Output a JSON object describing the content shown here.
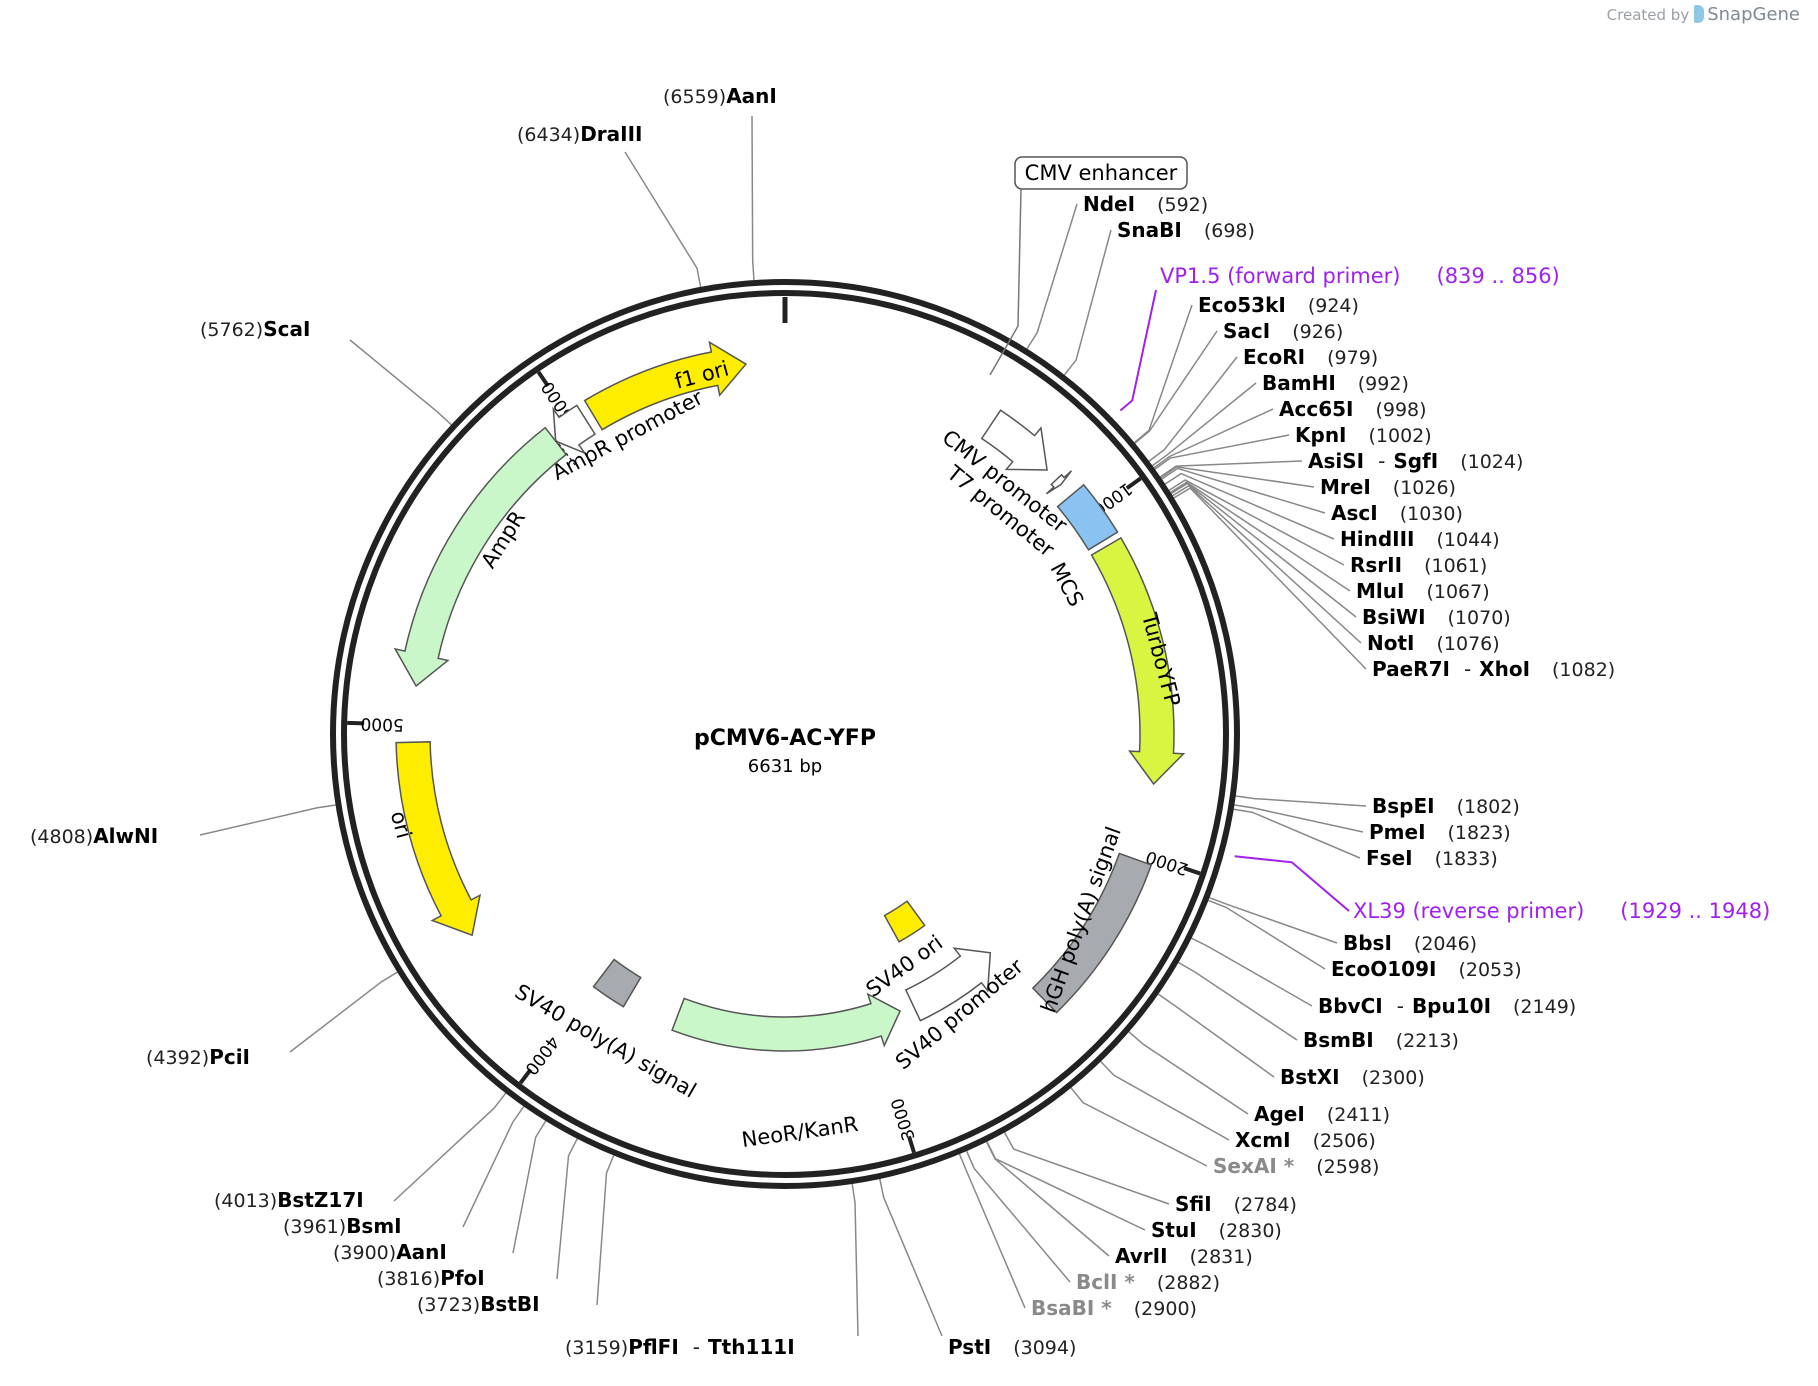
{
  "credit": {
    "prefix": "Created by",
    "brand": "SnapGene"
  },
  "plasmid": {
    "name": "pCMV6-AC-YFP",
    "length": "6631 bp",
    "bp": 6631
  },
  "ticks": [
    {
      "bp": 1000,
      "label": "1000"
    },
    {
      "bp": 2000,
      "label": "2000"
    },
    {
      "bp": 3000,
      "label": "3000"
    },
    {
      "bp": 4000,
      "label": "4000"
    },
    {
      "bp": 5000,
      "label": "5000"
    },
    {
      "bp": 6000,
      "label": "6000"
    }
  ],
  "features": [
    {
      "name": "CMV enhancer",
      "start": 240,
      "end": 620,
      "dir": 1,
      "color": "#ffffff",
      "arrow": false,
      "boxed": true
    },
    {
      "name": "CMV promoter",
      "start": 620,
      "end": 825,
      "dir": 1,
      "color": "#ffffff",
      "arrow": true
    },
    {
      "name": "T7 promoter",
      "start": 863,
      "end": 882,
      "dir": 1,
      "color": "#ffffff",
      "arrow": true
    },
    {
      "name": "MCS",
      "start": 924,
      "end": 1082,
      "dir": 1,
      "color": "#8ac3f2",
      "arrow": false
    },
    {
      "name": "TurboYFP",
      "start": 1100,
      "end": 1800,
      "dir": 1,
      "color": "#d9f542",
      "arrow": true
    },
    {
      "name": "hGH poly(A) signal",
      "start": 2020,
      "end": 2500,
      "dir": 1,
      "color": "#a7abaf",
      "arrow": false
    },
    {
      "name": "SV40 promoter",
      "start": 2520,
      "end": 2850,
      "dir": -1,
      "color": "#ffffff",
      "arrow": true
    },
    {
      "name": "SV40 ori",
      "start": 2650,
      "end": 2786,
      "dir": 1,
      "color": "#ffed00",
      "arrow": false
    },
    {
      "name": "NeoR/KanR",
      "start": 2900,
      "end": 3700,
      "dir": -1,
      "color": "#c9f7c9",
      "arrow": true
    },
    {
      "name": "SV40 poly(A) signal",
      "start": 3880,
      "end": 4000,
      "dir": 1,
      "color": "#a7abaf",
      "arrow": false
    },
    {
      "name": "ori",
      "start": 4370,
      "end": 4950,
      "dir": -1,
      "color": "#ffed00",
      "arrow": true
    },
    {
      "name": "AmpR",
      "start": 5110,
      "end": 5930,
      "dir": -1,
      "color": "#c9f7c9",
      "arrow": true
    },
    {
      "name": "AmpR promoter",
      "start": 5930,
      "end": 6035,
      "dir": -1,
      "color": "#ffffff",
      "arrow": true
    },
    {
      "name": "f1 ori",
      "start": 6060,
      "end": 6520,
      "dir": 1,
      "color": "#ffed00",
      "arrow": true
    }
  ],
  "primers": [
    {
      "name": "VP1.5 (forward primer)",
      "range": "(839 .. 856)",
      "bp": 848
    },
    {
      "name": "XL39 (reverse primer)",
      "range": "(1929 .. 1948)",
      "bp": 1938
    }
  ],
  "sites": [
    {
      "names": [
        "AanI"
      ],
      "pos": "6559",
      "bp": 6559,
      "bold": false
    },
    {
      "names": [
        "DraIII"
      ],
      "pos": "6434",
      "bp": 6434,
      "bold": true
    },
    {
      "names": [
        "ScaI"
      ],
      "pos": "5762",
      "bp": 5762,
      "bold": true
    },
    {
      "names": [
        "AlwNI"
      ],
      "pos": "4808",
      "bp": 4808,
      "bold": true
    },
    {
      "names": [
        "PciI"
      ],
      "pos": "4392",
      "bp": 4392,
      "bold": true
    },
    {
      "names": [
        "BstZ17I"
      ],
      "pos": "4013",
      "bp": 4013,
      "bold": true
    },
    {
      "names": [
        "BsmI"
      ],
      "pos": "3961",
      "bp": 3961,
      "bold": true
    },
    {
      "names": [
        "AanI"
      ],
      "pos": "3900",
      "bp": 3900,
      "bold": false
    },
    {
      "names": [
        "PfoI"
      ],
      "pos": "3816",
      "bp": 3816,
      "bold": true
    },
    {
      "names": [
        "BstBI"
      ],
      "pos": "3723",
      "bp": 3723,
      "bold": true
    },
    {
      "names": [
        "PflFI",
        "Tth111I"
      ],
      "pos": "3159",
      "bp": 3159,
      "bold": true
    },
    {
      "names": [
        "PstI"
      ],
      "pos": "3094",
      "bp": 3094,
      "bold": true
    },
    {
      "names": [
        "NdeI"
      ],
      "pos": "592",
      "bp": 592,
      "bold": true
    },
    {
      "names": [
        "SnaBI"
      ],
      "pos": "698",
      "bp": 698,
      "bold": true
    },
    {
      "names": [
        "Eco53kI"
      ],
      "pos": "924",
      "bp": 924,
      "bold": true
    },
    {
      "names": [
        "SacI"
      ],
      "pos": "926",
      "bp": 926,
      "bold": true
    },
    {
      "names": [
        "EcoRI"
      ],
      "pos": "979",
      "bp": 979,
      "bold": true
    },
    {
      "names": [
        "BamHI"
      ],
      "pos": "992",
      "bp": 992,
      "bold": true
    },
    {
      "names": [
        "Acc65I"
      ],
      "pos": "998",
      "bp": 998,
      "bold": true
    },
    {
      "names": [
        "KpnI"
      ],
      "pos": "1002",
      "bp": 1002,
      "bold": true
    },
    {
      "names": [
        "AsiSI",
        "SgfI"
      ],
      "pos": "1024",
      "bp": 1024,
      "bold": true
    },
    {
      "names": [
        "MreI"
      ],
      "pos": "1026",
      "bp": 1026,
      "bold": true
    },
    {
      "names": [
        "AscI"
      ],
      "pos": "1030",
      "bp": 1030,
      "bold": true
    },
    {
      "names": [
        "HindIII"
      ],
      "pos": "1044",
      "bp": 1044,
      "bold": true
    },
    {
      "names": [
        "RsrII"
      ],
      "pos": "1061",
      "bp": 1061,
      "bold": true
    },
    {
      "names": [
        "MluI"
      ],
      "pos": "1067",
      "bp": 1067,
      "bold": true
    },
    {
      "names": [
        "BsiWI"
      ],
      "pos": "1070",
      "bp": 1070,
      "bold": true
    },
    {
      "names": [
        "NotI"
      ],
      "pos": "1076",
      "bp": 1076,
      "bold": true
    },
    {
      "names": [
        "PaeR7I",
        "XhoI"
      ],
      "pos": "1082",
      "bp": 1082,
      "bold": true
    },
    {
      "names": [
        "BspEI"
      ],
      "pos": "1802",
      "bp": 1802,
      "bold": true
    },
    {
      "names": [
        "PmeI"
      ],
      "pos": "1823",
      "bp": 1823,
      "bold": true
    },
    {
      "names": [
        "FseI"
      ],
      "pos": "1833",
      "bp": 1833,
      "bold": true
    },
    {
      "names": [
        "BbsI"
      ],
      "pos": "2046",
      "bp": 2046,
      "bold": true
    },
    {
      "names": [
        "EcoO109I"
      ],
      "pos": "2053",
      "bp": 2053,
      "bold": true
    },
    {
      "names": [
        "BbvCI",
        "Bpu10I"
      ],
      "pos": "2149",
      "bp": 2149,
      "bold": true
    },
    {
      "names": [
        "BsmBI"
      ],
      "pos": "2213",
      "bp": 2213,
      "bold": true
    },
    {
      "names": [
        "BstXI"
      ],
      "pos": "2300",
      "bp": 2300,
      "bold": true
    },
    {
      "names": [
        "AgeI"
      ],
      "pos": "2411",
      "bp": 2411,
      "bold": true
    },
    {
      "names": [
        "XcmI"
      ],
      "pos": "2506",
      "bp": 2506,
      "bold": true
    },
    {
      "names": [
        "SexAI *"
      ],
      "pos": "2598",
      "bp": 2598,
      "bold": true,
      "dim": true
    },
    {
      "names": [
        "SfiI"
      ],
      "pos": "2784",
      "bp": 2784,
      "bold": true
    },
    {
      "names": [
        "StuI"
      ],
      "pos": "2830",
      "bp": 2830,
      "bold": true
    },
    {
      "names": [
        "AvrII"
      ],
      "pos": "2831",
      "bp": 2831,
      "bold": true
    },
    {
      "names": [
        "BclI *"
      ],
      "pos": "2882",
      "bp": 2882,
      "bold": true,
      "dim": true
    },
    {
      "names": [
        "BsaBI *"
      ],
      "pos": "2900",
      "bp": 2900,
      "bold": true,
      "dim": true
    }
  ]
}
